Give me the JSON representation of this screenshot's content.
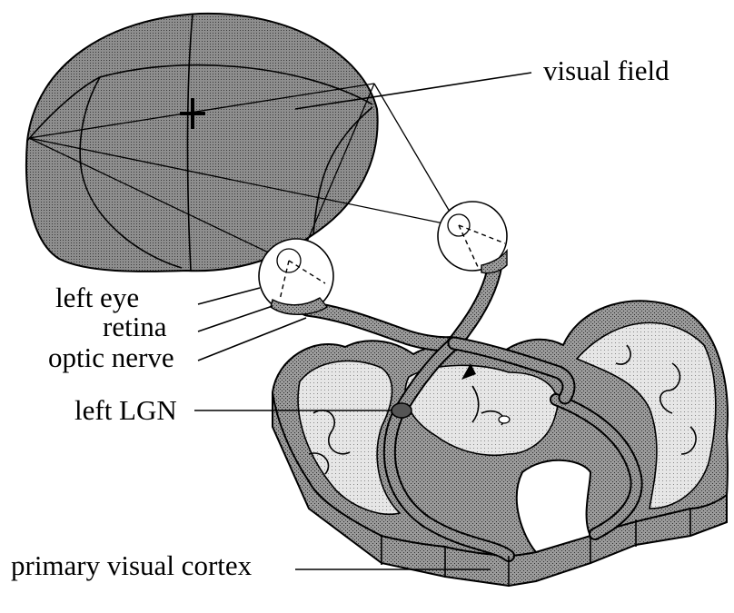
{
  "labels": {
    "visual_field": "visual field",
    "left_eye": "left eye",
    "retina": "retina",
    "optic_nerve": "optic nerve",
    "left_lgn": "left LGN",
    "primary_visual_cortex": "primary visual cortex"
  },
  "colors": {
    "background": "#ffffff",
    "ink": "#000000",
    "field_shade": "#8c8c8c",
    "tissue_dark": "#9a9a9a",
    "tissue_light": "#e4e4e4",
    "eye_fill": "#ffffff"
  }
}
